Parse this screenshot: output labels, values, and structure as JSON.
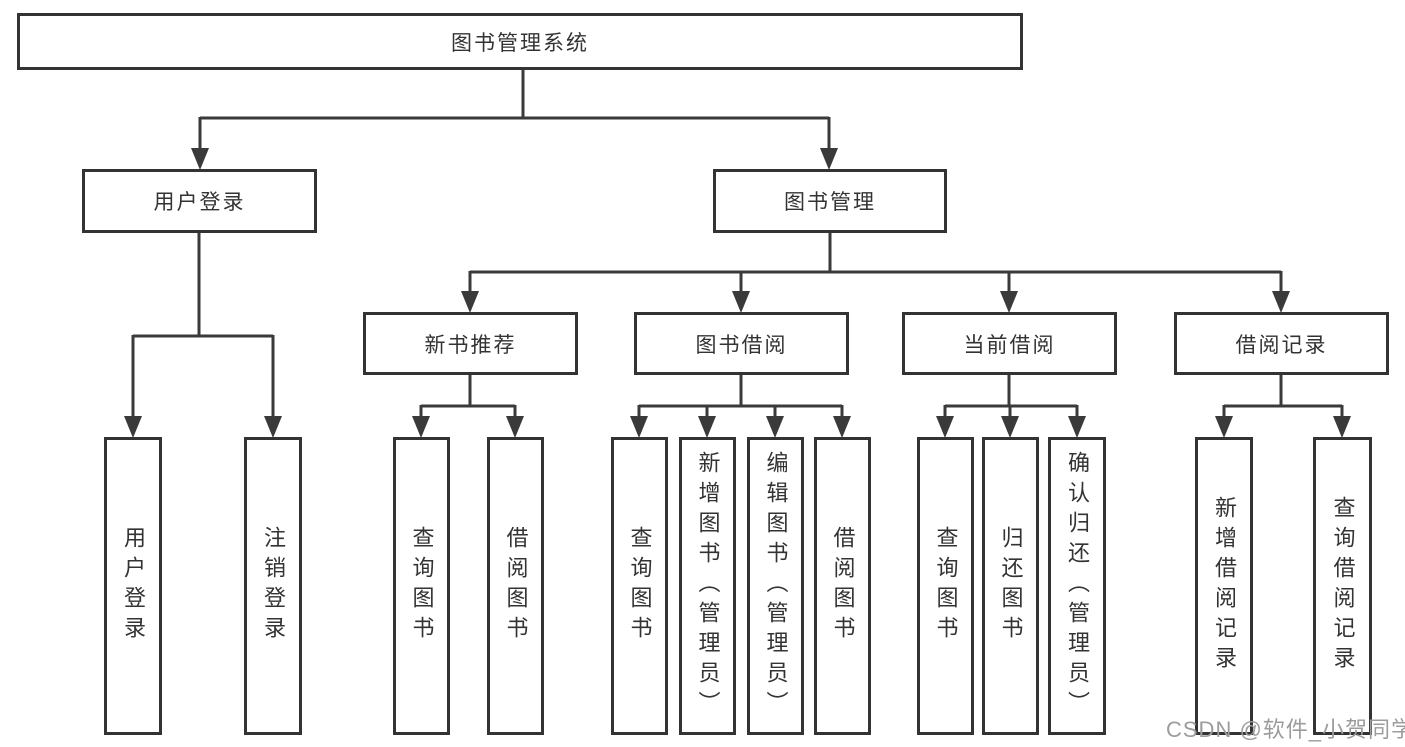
{
  "diagram": {
    "type": "hierarchy-tree",
    "root": "图书管理系统",
    "level2": [
      {
        "label": "用户登录",
        "parent": "图书管理系统"
      },
      {
        "label": "图书管理",
        "parent": "图书管理系统"
      }
    ],
    "level3": [
      {
        "label": "新书推荐",
        "parent": "图书管理"
      },
      {
        "label": "图书借阅",
        "parent": "图书管理"
      },
      {
        "label": "当前借阅",
        "parent": "图书管理"
      },
      {
        "label": "借阅记录",
        "parent": "图书管理"
      }
    ],
    "leaves": [
      {
        "label": "用户登录",
        "parent": "用户登录"
      },
      {
        "label": "注销登录",
        "parent": "用户登录"
      },
      {
        "label": "查询图书",
        "parent": "新书推荐"
      },
      {
        "label": "借阅图书",
        "parent": "新书推荐"
      },
      {
        "label": "查询图书",
        "parent": "图书借阅"
      },
      {
        "label": "新增图书（管理员）",
        "parent": "图书借阅"
      },
      {
        "label": "编辑图书（管理员）",
        "parent": "图书借阅"
      },
      {
        "label": "借阅图书",
        "parent": "图书借阅"
      },
      {
        "label": "查询图书",
        "parent": "当前借阅"
      },
      {
        "label": "归还图书",
        "parent": "当前借阅"
      },
      {
        "label": "确认归还（管理员）",
        "parent": "当前借阅"
      },
      {
        "label": "新增借阅记录",
        "parent": "借阅记录"
      },
      {
        "label": "查询借阅记录",
        "parent": "借阅记录"
      }
    ],
    "colors": {
      "line": "#3a3a3a",
      "box_border": "#333333",
      "box_fill": "#ffffff",
      "text": "#333333",
      "watermark": "#9c9c9c",
      "background": "#ffffff"
    }
  },
  "watermark": "CSDN @软件_小贺同学"
}
